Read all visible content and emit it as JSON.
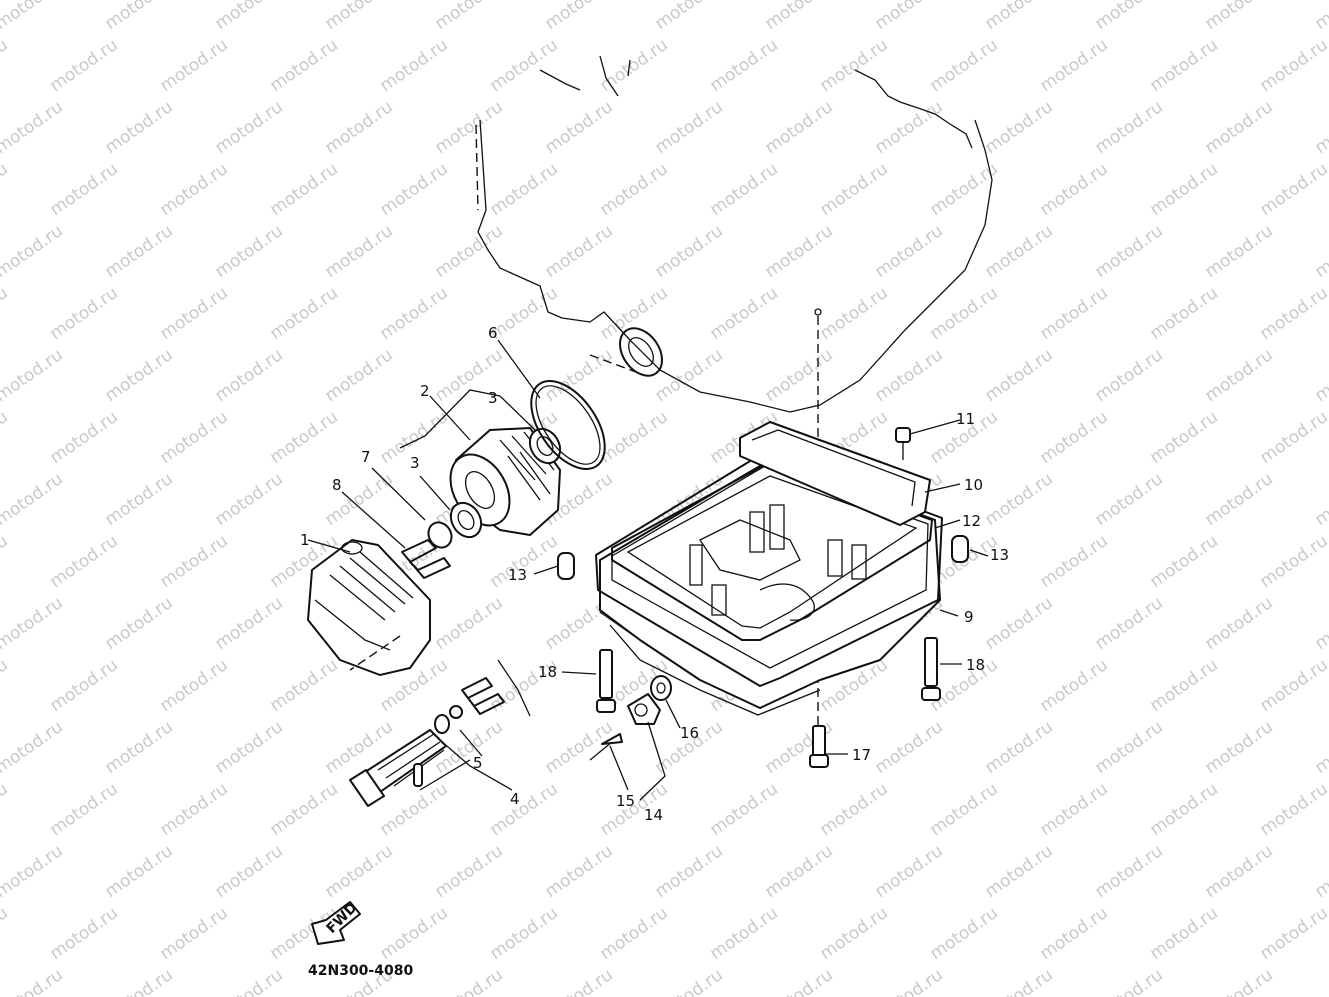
{
  "watermark": "motod.ru",
  "callouts": [
    "1",
    "2",
    "3",
    "3",
    "4",
    "5",
    "6",
    "7",
    "8",
    "9",
    "10",
    "11",
    "12",
    "13",
    "13",
    "14",
    "15",
    "16",
    "17",
    "18",
    "18"
  ],
  "fwd_label": "FWD",
  "part_code": "42N300-4080"
}
